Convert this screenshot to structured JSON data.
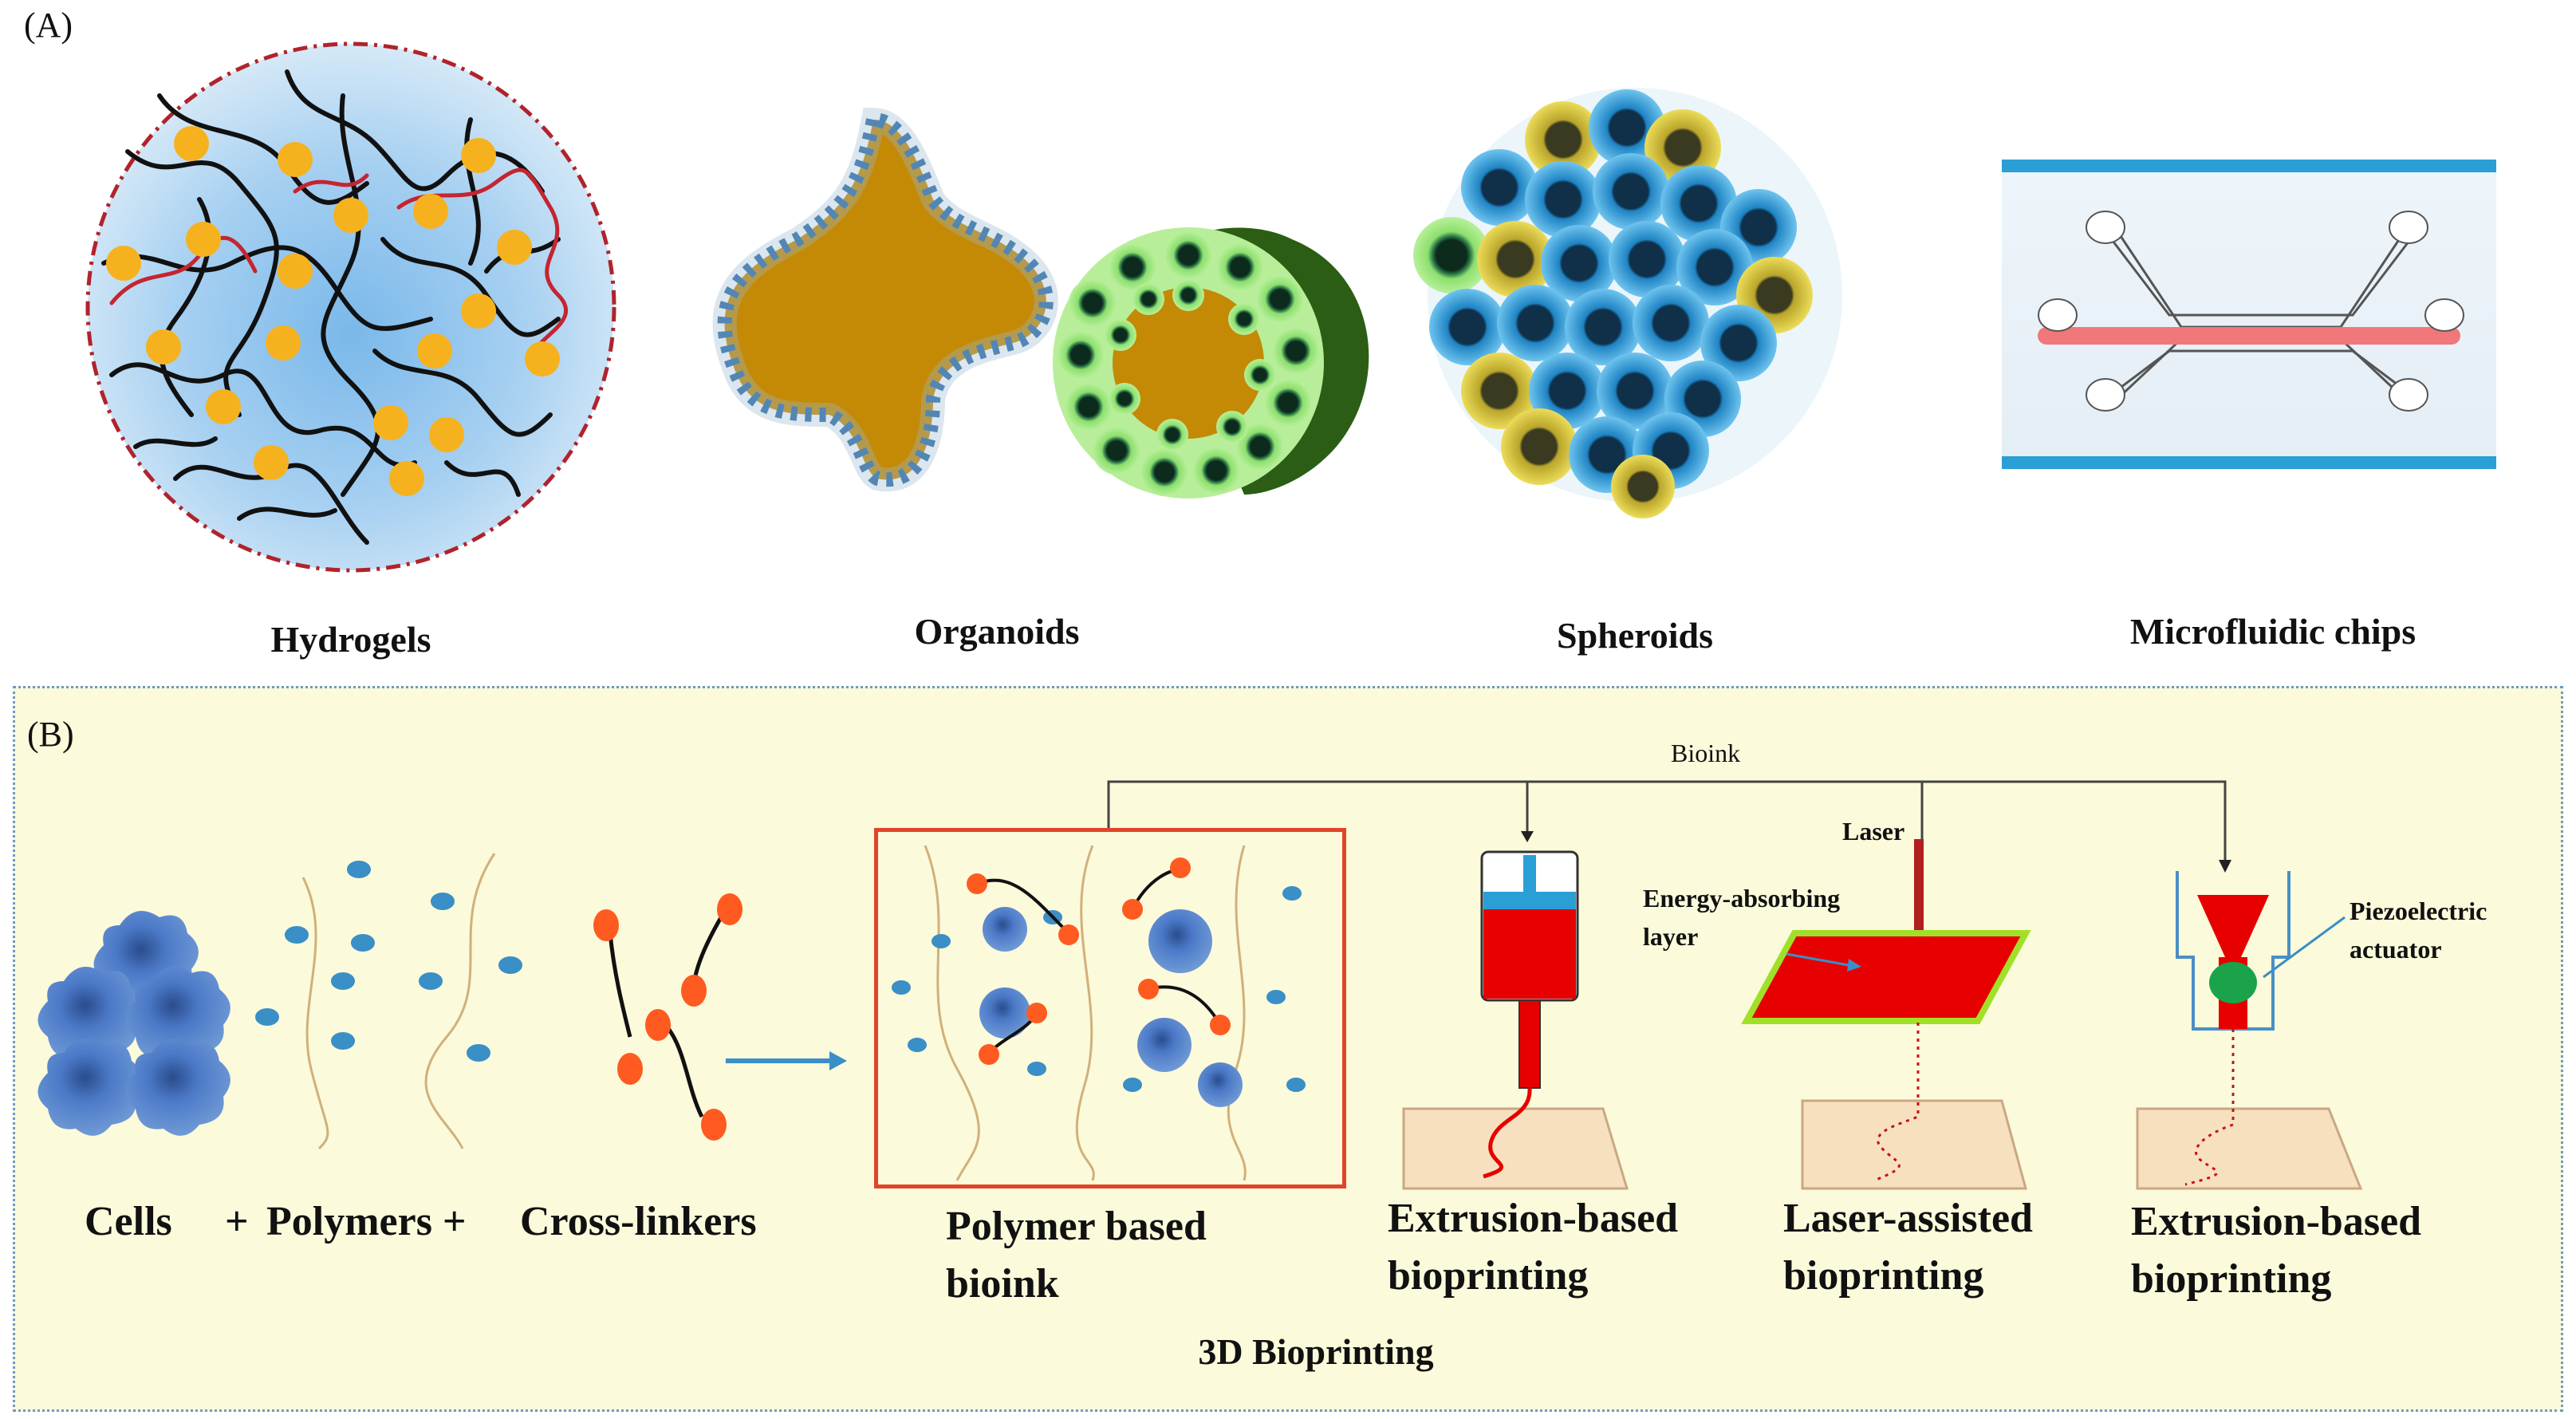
{
  "panel_a": {
    "label": "(A)",
    "items": [
      {
        "name": "hydrogels",
        "caption": "Hydrogels"
      },
      {
        "name": "organoids",
        "caption": "Organoids"
      },
      {
        "name": "spheroids",
        "caption": "Spheroids"
      },
      {
        "name": "microfluidic",
        "caption": "Microfluidic chips"
      }
    ]
  },
  "panel_b": {
    "label": "(B)",
    "bioink_label": "Bioink",
    "components": {
      "cells": "Cells",
      "plus1": "+",
      "polymers": "Polymers +",
      "crosslinkers": "Cross-linkers"
    },
    "polymer_bioink": {
      "line1": "Polymer based",
      "line2": "bioink"
    },
    "methods": [
      {
        "line1": "Extrusion-based",
        "line2": "bioprinting"
      },
      {
        "line1": "Laser-assisted",
        "line2": "bioprinting"
      },
      {
        "line1": "Extrusion-based",
        "line2": "bioprinting"
      }
    ],
    "annotations": {
      "laser": "Laser",
      "energy_layer_1": "Energy-absorbing",
      "energy_layer_2": "layer",
      "piezo_1": "Piezoelectric",
      "piezo_2": "actuator"
    },
    "footer": "3D Bioprinting"
  },
  "colors": {
    "hydrogel_fill": "#bcdcf3",
    "hydrogel_border": "#b0232d",
    "polymer_yellow": "#f6b21e",
    "organoid_gold": "#c48a05",
    "organoid_dark_green": "#2b5e14",
    "cell_green": "#9ee27a",
    "cell_blue": "#38a2e0",
    "cell_yellow": "#e7d14a",
    "nucleus": "#163a57",
    "channel_pink": "#f0777a",
    "chip_blue": "#2a9fd6",
    "panel_b_bg": "#fbfadb",
    "bioink_red": "#e60000",
    "crosslinker_orange": "#ff5a1f",
    "polymer_blue": "#3a8fc6"
  }
}
